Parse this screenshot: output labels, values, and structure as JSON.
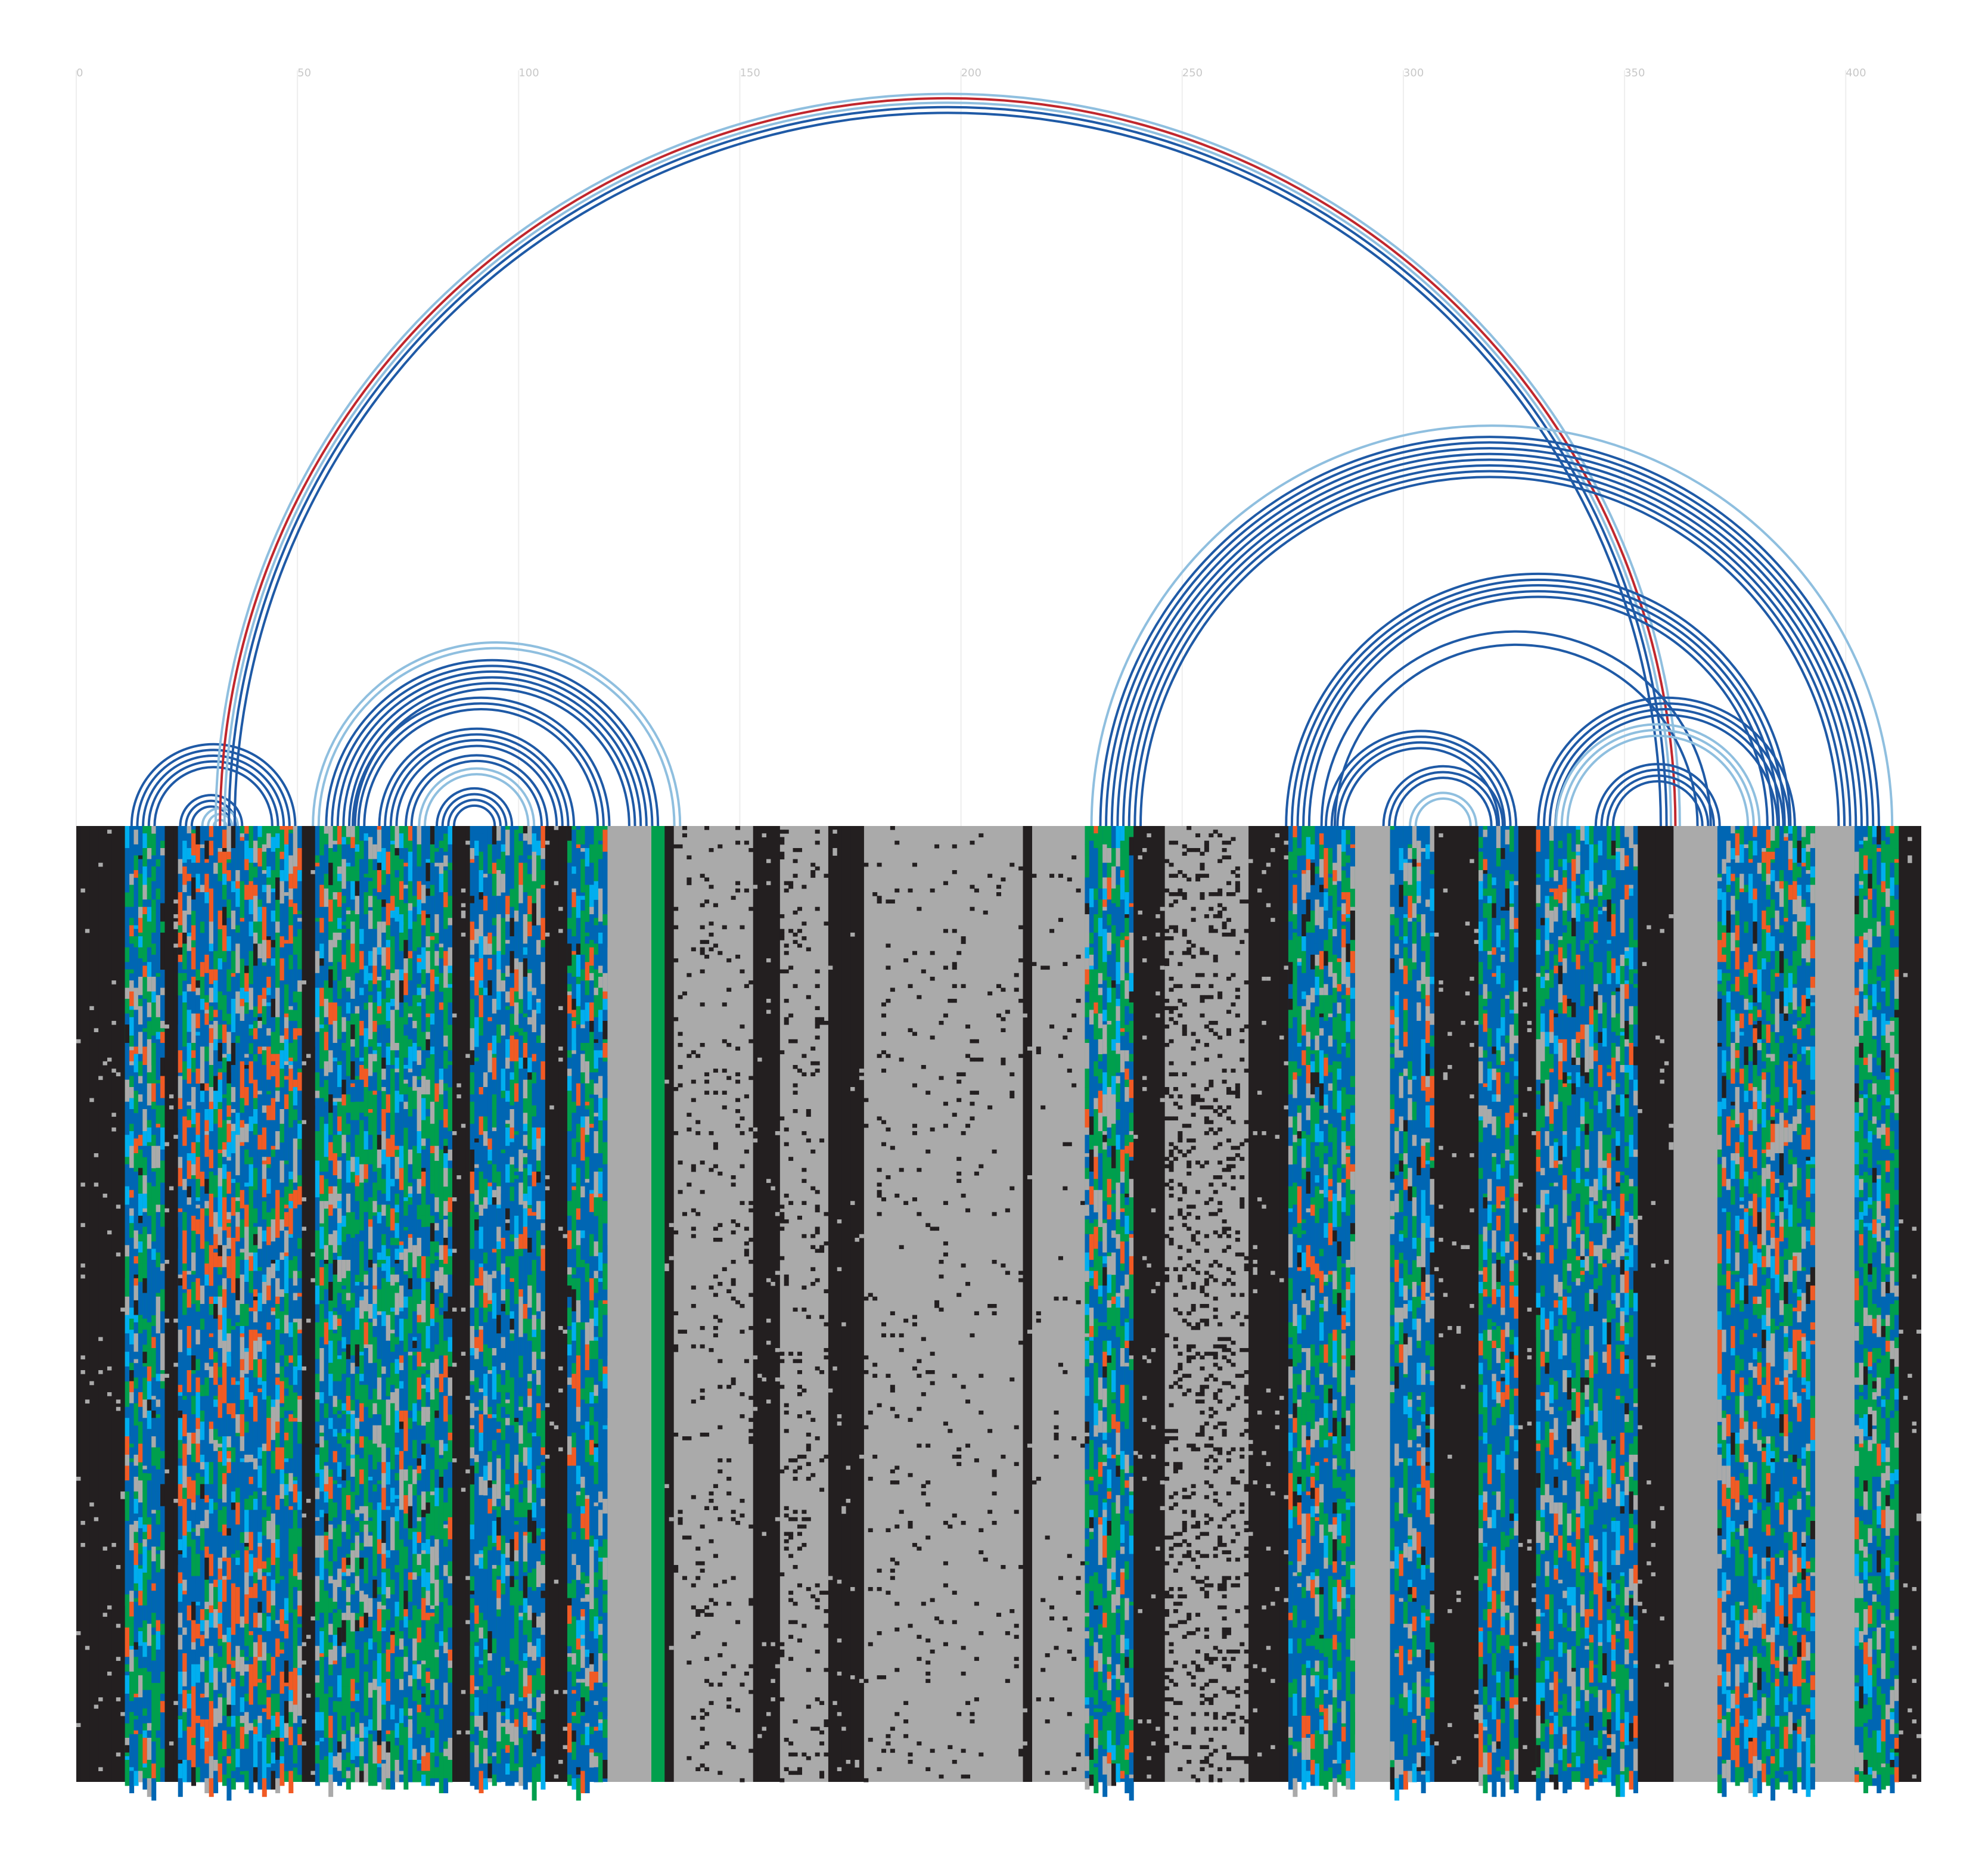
{
  "diagram": {
    "type": "rna-alignment-arc-diagram",
    "x_axis": {
      "min": 0,
      "max": 416,
      "ticks": [
        0,
        50,
        100,
        150,
        200,
        250,
        300,
        350,
        400
      ]
    },
    "colors": {
      "gap": "#231f20",
      "conserved": "#aaaaaa",
      "green": "#009f4d",
      "blue": "#0066b3",
      "cyan": "#00aeef",
      "orange": "#f15a24",
      "arc_dark": "#1f5aa6",
      "arc_light": "#8fbfdf",
      "arc_red": "#c1272d",
      "grid": "#eeeeee",
      "tick": "#c8c8c8"
    },
    "helices": [
      {
        "i": 12,
        "j": 49,
        "n": 5,
        "tone": "dark"
      },
      {
        "i": 23,
        "j": 37,
        "n": 3,
        "tone": "dark"
      },
      {
        "i": 28,
        "j": 36,
        "n": 3,
        "tone": "light"
      },
      {
        "i": 31,
        "j": 362,
        "n": 1,
        "tone": "light"
      },
      {
        "i": 32,
        "j": 361,
        "n": 1,
        "tone": "red"
      },
      {
        "i": 33,
        "j": 360,
        "n": 1,
        "tone": "light"
      },
      {
        "i": 34,
        "j": 359,
        "n": 2,
        "tone": "dark"
      },
      {
        "i": 53,
        "j": 136,
        "n": 2,
        "tone": "light"
      },
      {
        "i": 56,
        "j": 131,
        "n": 6,
        "tone": "dark"
      },
      {
        "i": 62,
        "j": 120,
        "n": 3,
        "tone": "dark"
      },
      {
        "i": 68,
        "j": 112,
        "n": 4,
        "tone": "dark"
      },
      {
        "i": 74,
        "j": 106,
        "n": 2,
        "tone": "dark"
      },
      {
        "i": 77,
        "j": 103,
        "n": 2,
        "tone": "light"
      },
      {
        "i": 81,
        "j": 98,
        "n": 4,
        "tone": "dark"
      },
      {
        "i": 229,
        "j": 410,
        "n": 1,
        "tone": "light"
      },
      {
        "i": 231,
        "j": 407,
        "n": 8,
        "tone": "dark"
      },
      {
        "i": 273,
        "j": 387,
        "n": 5,
        "tone": "dark"
      },
      {
        "i": 281,
        "j": 369,
        "n": 1,
        "tone": "dark"
      },
      {
        "i": 284,
        "j": 366,
        "n": 1,
        "tone": "dark"
      },
      {
        "i": 282,
        "j": 325,
        "n": 4,
        "tone": "dark"
      },
      {
        "i": 295,
        "j": 322,
        "n": 3,
        "tone": "dark"
      },
      {
        "i": 301,
        "j": 316,
        "n": 2,
        "tone": "light"
      },
      {
        "i": 330,
        "j": 388,
        "n": 4,
        "tone": "dark"
      },
      {
        "i": 334,
        "j": 380,
        "n": 3,
        "tone": "light"
      },
      {
        "i": 343,
        "j": 371,
        "n": 4,
        "tone": "dark"
      }
    ],
    "column_profile": [
      {
        "from": 0,
        "to": 10,
        "kind": "gap"
      },
      {
        "from": 11,
        "to": 19,
        "kind": "variable",
        "green": 0.4
      },
      {
        "from": 20,
        "to": 22,
        "kind": "gap"
      },
      {
        "from": 23,
        "to": 50,
        "kind": "variable",
        "green": 0.25,
        "orange": 0.15
      },
      {
        "from": 51,
        "to": 53,
        "kind": "gap"
      },
      {
        "from": 54,
        "to": 84,
        "kind": "variable",
        "green": 0.55
      },
      {
        "from": 85,
        "to": 88,
        "kind": "gap"
      },
      {
        "from": 89,
        "to": 105,
        "kind": "variable",
        "green": 0.3
      },
      {
        "from": 106,
        "to": 110,
        "kind": "gap"
      },
      {
        "from": 111,
        "to": 119,
        "kind": "variable",
        "green": 0.5
      },
      {
        "from": 120,
        "to": 129,
        "kind": "conserved"
      },
      {
        "from": 130,
        "to": 132,
        "kind": "green"
      },
      {
        "from": 133,
        "to": 134,
        "kind": "gap"
      },
      {
        "from": 135,
        "to": 152,
        "kind": "conserved",
        "gap_noise": 0.05
      },
      {
        "from": 153,
        "to": 158,
        "kind": "gap"
      },
      {
        "from": 159,
        "to": 169,
        "kind": "conserved",
        "gap_noise": 0.08
      },
      {
        "from": 170,
        "to": 177,
        "kind": "gap"
      },
      {
        "from": 178,
        "to": 213,
        "kind": "conserved",
        "gap_noise": 0.03
      },
      {
        "from": 214,
        "to": 215,
        "kind": "gap"
      },
      {
        "from": 216,
        "to": 227,
        "kind": "conserved",
        "gap_noise": 0.02
      },
      {
        "from": 228,
        "to": 238,
        "kind": "variable",
        "green": 0.6
      },
      {
        "from": 239,
        "to": 245,
        "kind": "gap"
      },
      {
        "from": 246,
        "to": 264,
        "kind": "conserved",
        "gap_noise": 0.15
      },
      {
        "from": 265,
        "to": 273,
        "kind": "gap"
      },
      {
        "from": 274,
        "to": 288,
        "kind": "variable",
        "green": 0.45
      },
      {
        "from": 289,
        "to": 296,
        "kind": "conserved"
      },
      {
        "from": 297,
        "to": 306,
        "kind": "variable",
        "green": 0.2
      },
      {
        "from": 307,
        "to": 316,
        "kind": "gap"
      },
      {
        "from": 317,
        "to": 325,
        "kind": "variable",
        "green": 0.35
      },
      {
        "from": 326,
        "to": 329,
        "kind": "gap"
      },
      {
        "from": 330,
        "to": 352,
        "kind": "variable",
        "green": 0.3
      },
      {
        "from": 353,
        "to": 360,
        "kind": "gap"
      },
      {
        "from": 361,
        "to": 370,
        "kind": "conserved"
      },
      {
        "from": 371,
        "to": 392,
        "kind": "variable",
        "green": 0.35,
        "orange": 0.1
      },
      {
        "from": 393,
        "to": 401,
        "kind": "conserved"
      },
      {
        "from": 402,
        "to": 411,
        "kind": "variable",
        "green": 0.7
      },
      {
        "from": 412,
        "to": 416,
        "kind": "gap"
      }
    ],
    "num_sequences": 260
  }
}
